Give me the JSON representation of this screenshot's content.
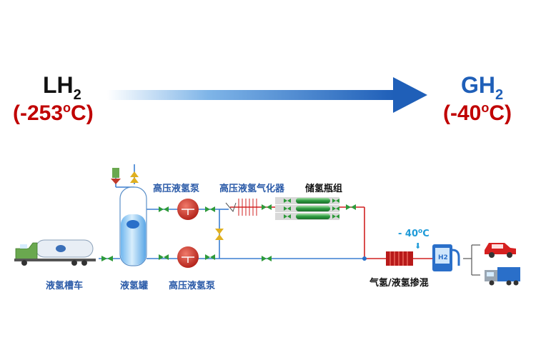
{
  "source": {
    "text": "LH",
    "sub": "2",
    "temp": "(-253",
    "sup": "o",
    "unit": "C)"
  },
  "target": {
    "text": "GH",
    "sub": "2",
    "temp": "(-40",
    "sup": "o",
    "unit": "C)"
  },
  "labels": {
    "pump_top": "高压液氢泵",
    "vaporizer": "高压液氢气化器",
    "cylinders": "储氢瓶组",
    "tanker": "液氢槽车",
    "tank": "液氢罐",
    "pump_bottom": "高压液氢泵",
    "mix": "气氢/液氢掺混",
    "mix_temp": "- 40",
    "mix_temp_sup": "o",
    "mix_temp_unit": "C",
    "dispenser_badge": "H2"
  },
  "colors": {
    "accent_blue": "#1f5fb8",
    "temp_red": "#c00000",
    "liquid_line": "#3b7fd0",
    "gas_line": "#d02020",
    "valve_green": "#2e9a3a"
  }
}
